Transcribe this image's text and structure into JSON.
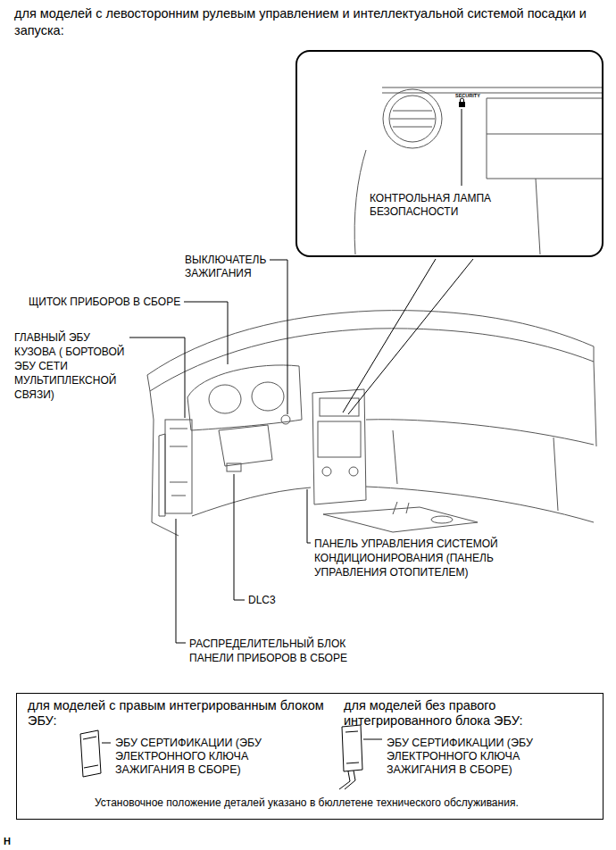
{
  "diagram": {
    "title": "для моделей с левосторонним рулевым управлением и интеллектуальной системой посадки и запуска:",
    "nodes": [
      {
        "text": [
          "SECURITY",
          "КОНТРОЛЬНАЯ ЛАМПА БЕЗОПАСНОСТИ"
        ]
      },
      {
        "text": [
          "для моделей с правым интегрированным блоком ЭБУ:",
          "ЭБУ СЕРТИФИКАЦИИ (ЭБУ ЭЛЕКТРОННОГО КЛЮЧА ЗАЖИГАНИЯ В СБОРЕ)",
          "для моделей без правого интегрированного блока ЭБУ:",
          "ЭБУ СЕРТИФИКАЦИИ (ЭБУ ЭЛЕКТРОННОГО КЛЮЧА ЗАЖИГАНИЯ В СБОРЕ)",
          "Установочное положение деталей указано в бюллетене технического обслуживания."
        ]
      }
    ],
    "labels": [
      "ВЫКЛЮЧАТЕЛЬ ЗАЖИГАНИЯ",
      "ЩИТОК ПРИБОРОВ В СБОРЕ",
      "ГЛАВНЫЙ ЭБУ КУЗОВА ( БОРТОВОЙ ЭБУ СЕТИ МУЛЬТИПЛЕКСНОЙ СВЯЗИ)",
      "ПАНЕЛЬ УПРАВЛЕНИЯ СИСТЕМОЙ КОНДИЦИОНИРОВАНИЯ (ПАНЕЛЬ УПРАВЛЕНИЯ ОТОПИТЕЛЕМ)",
      "DLC3",
      "РАСПРЕДЕЛИТЕЛЬНЫЙ БЛОК ПАНЕЛИ ПРИБОРОВ В СБОРЕ",
      "H"
    ]
  }
}
